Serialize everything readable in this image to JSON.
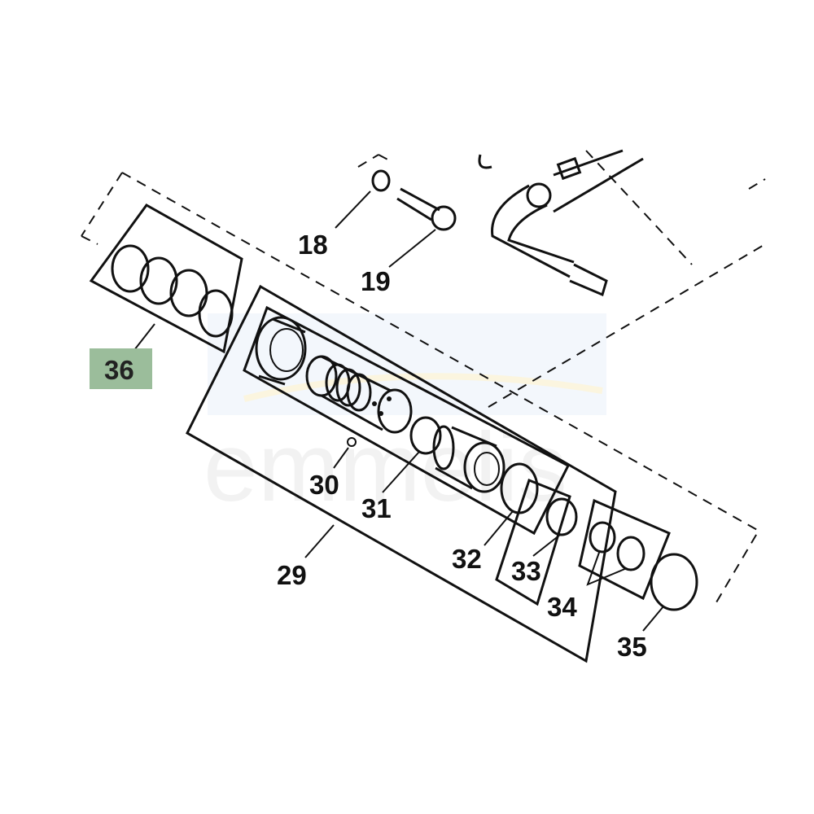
{
  "diagram": {
    "callouts": [
      {
        "id": "18",
        "text": "18"
      },
      {
        "id": "19",
        "text": "19"
      },
      {
        "id": "29",
        "text": "29"
      },
      {
        "id": "30",
        "text": "30"
      },
      {
        "id": "31",
        "text": "31"
      },
      {
        "id": "32",
        "text": "32"
      },
      {
        "id": "33",
        "text": "33"
      },
      {
        "id": "34",
        "text": "34"
      },
      {
        "id": "35",
        "text": "35"
      },
      {
        "id": "36",
        "text": "36"
      }
    ],
    "highlighted_callout": "36",
    "highlight_color": "#9bbd9b",
    "watermark": "emmelis"
  }
}
